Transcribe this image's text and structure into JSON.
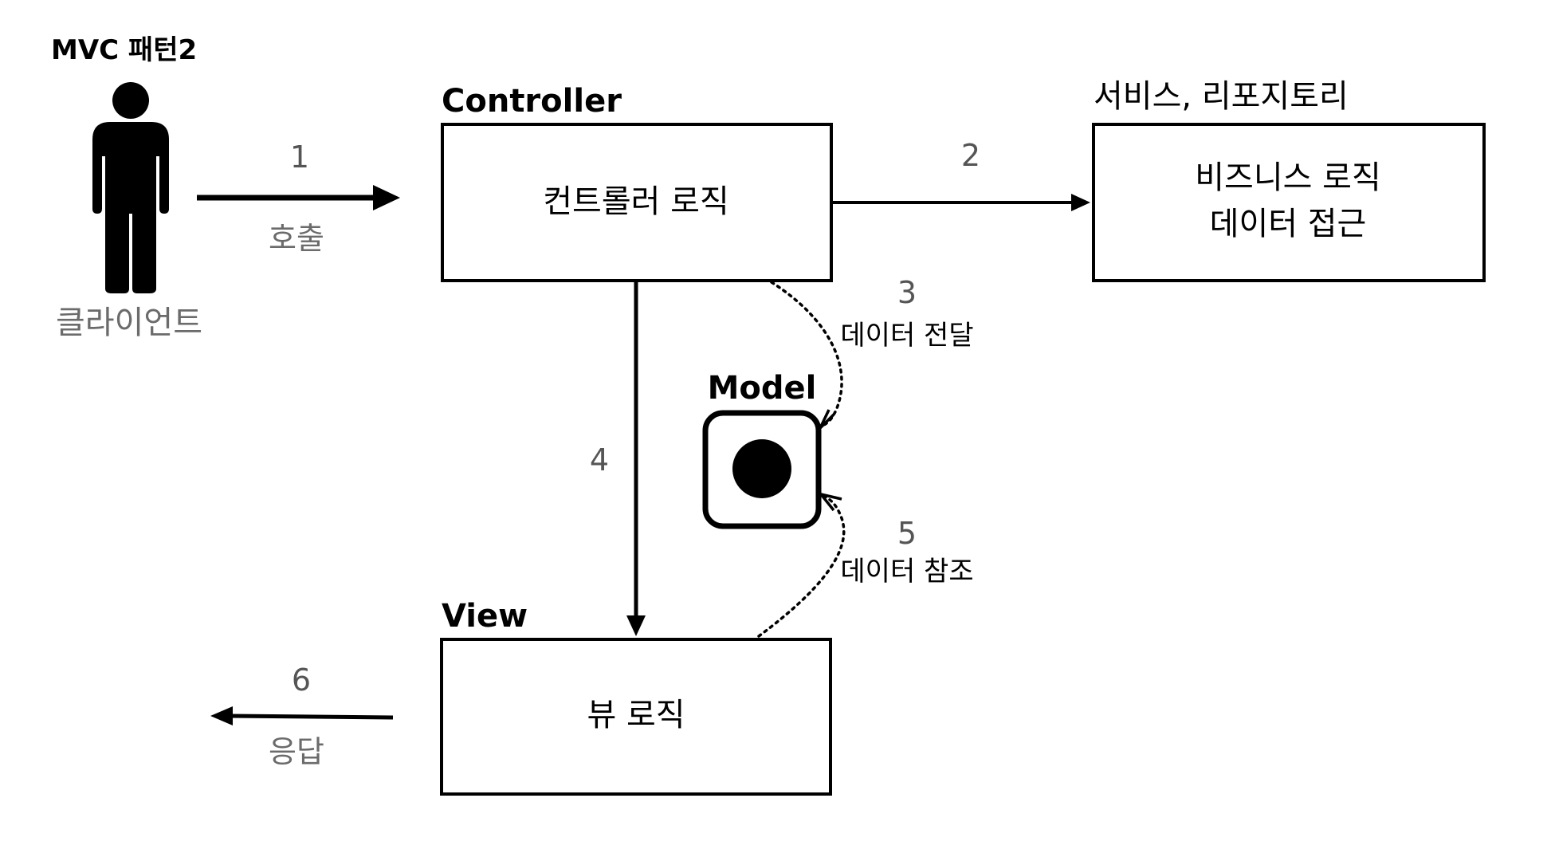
{
  "diagram": {
    "title": "MVC 패턴2",
    "client": {
      "label": "클라이언트"
    },
    "controller": {
      "title": "Controller",
      "body": "컨트롤러 로직"
    },
    "service": {
      "title": "서비스, 리포지토리",
      "line1": "비즈니스 로직",
      "line2": "데이터 접근"
    },
    "model": {
      "title": "Model"
    },
    "view": {
      "title": "View",
      "body": "뷰 로직"
    },
    "steps": {
      "s1": {
        "num": "1",
        "label": "호출"
      },
      "s2": {
        "num": "2"
      },
      "s3": {
        "num": "3",
        "label": "데이터 전달"
      },
      "s4": {
        "num": "4"
      },
      "s5": {
        "num": "5",
        "label": "데이터 참조"
      },
      "s6": {
        "num": "6",
        "label": "응답"
      }
    }
  },
  "colors": {
    "line": "#000000",
    "muted_text": "#6b6b6b",
    "step_number": "#555555",
    "background": "#ffffff"
  },
  "icons": {
    "client": "person-icon",
    "model": "model-dot-icon"
  }
}
